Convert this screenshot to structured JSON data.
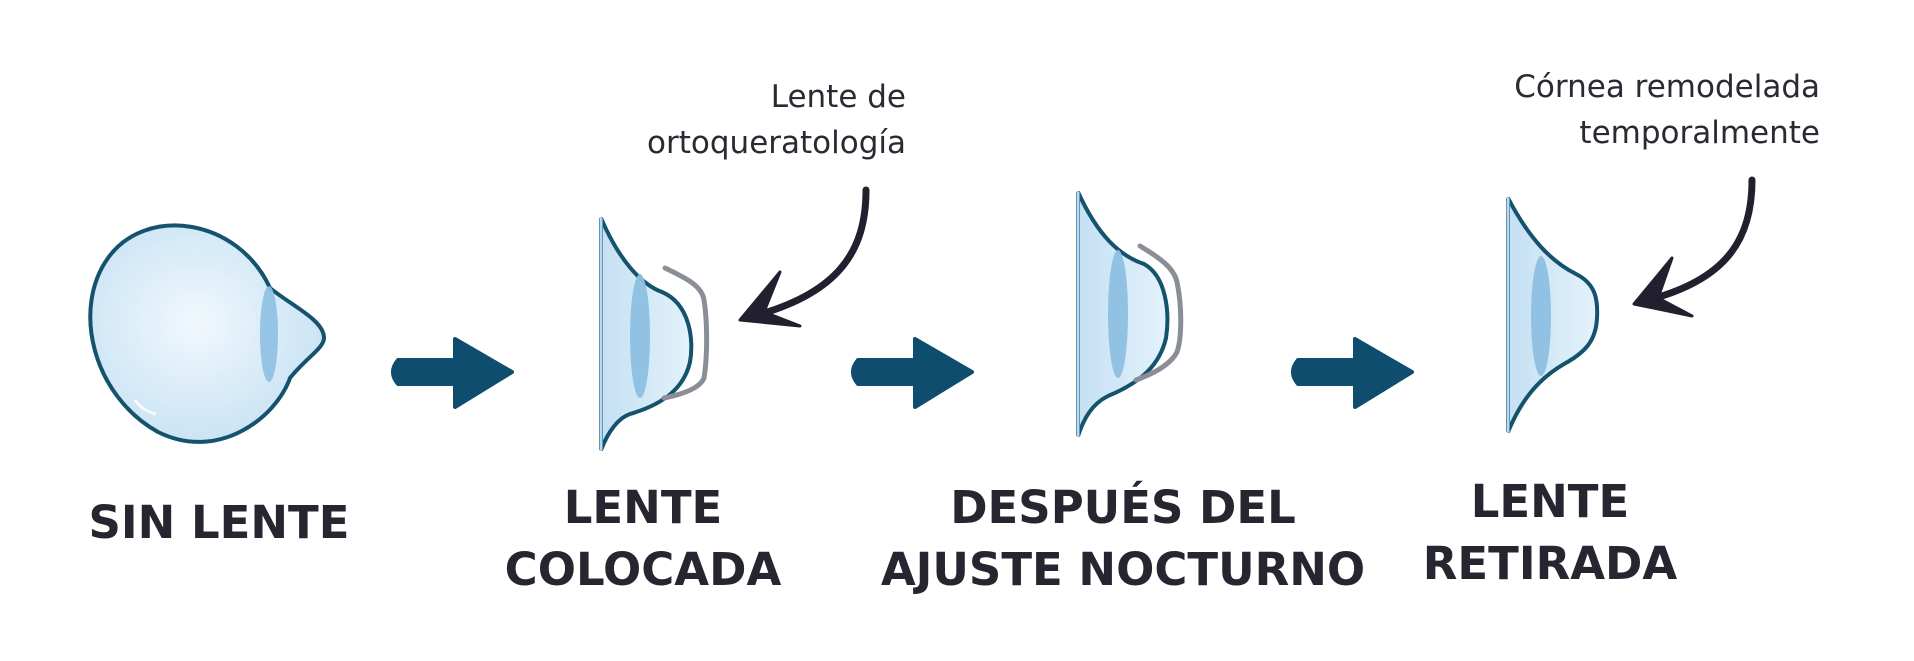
{
  "annotations": {
    "lens": {
      "line1": "Lente de",
      "line2": "ortoqueratología"
    },
    "cornea": {
      "line1": "Córnea remodelada",
      "line2": "temporalmente"
    }
  },
  "stages": [
    {
      "line1": "SIN LENTE",
      "line2": ""
    },
    {
      "line1": "LENTE",
      "line2": "COLOCADA"
    },
    {
      "line1": "DESPUÉS DEL",
      "line2": "AJUSTE NOCTURNO"
    },
    {
      "line1": "LENTE",
      "line2": "RETIRADA"
    }
  ],
  "colors": {
    "eye_outline": "#14526e",
    "eye_fill": "#d3eaf8",
    "eye_fill_light": "#eaf5fc",
    "iris": "#8ec0e2",
    "lens": "#8a8f96",
    "arrow": "#0f4d6e",
    "pointer": "#22202e",
    "text": "#262630"
  },
  "icons": {
    "flow_arrow": "right-arrow-icon",
    "pointer_arrow": "curved-arrow-icon"
  }
}
